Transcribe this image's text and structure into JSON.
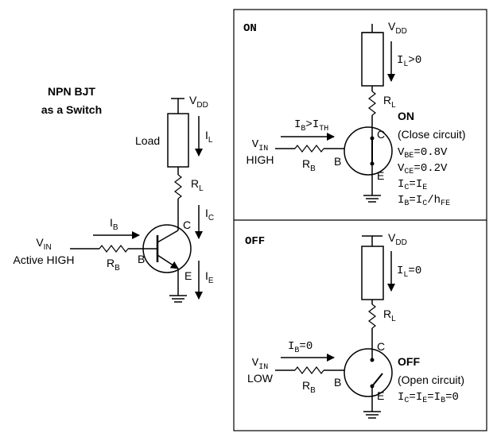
{
  "main_title": {
    "line1": "NPN BJT",
    "line2": "as a Switch"
  },
  "left_circuit": {
    "vdd": {
      "main": "V",
      "sub": "DD"
    },
    "load": "Load",
    "il": {
      "main": "I",
      "sub": "L"
    },
    "rl": {
      "main": "R",
      "sub": "L"
    },
    "ic": {
      "main": "I",
      "sub": "C"
    },
    "ib": {
      "main": "I",
      "sub": "B"
    },
    "vin": {
      "main": "V",
      "sub": "IN"
    },
    "active_high": "Active HIGH",
    "rb": {
      "main": "R",
      "sub": "B"
    },
    "b": "B",
    "c": "C",
    "e": "E",
    "ie": {
      "main": "I",
      "sub": "E"
    }
  },
  "on_panel": {
    "title": "ON",
    "vdd": {
      "main": "V",
      "sub": "DD"
    },
    "il": {
      "main": "I",
      "sub": "L",
      "rest": ">0"
    },
    "rl": {
      "main": "R",
      "sub": "L"
    },
    "ib_cond": {
      "main": "I",
      "sub1": "B",
      "mid": ">I",
      "sub2": "TH"
    },
    "vin": {
      "main": "V",
      "sub": "IN"
    },
    "level": "HIGH",
    "rb": {
      "main": "R",
      "sub": "B"
    },
    "b": "B",
    "c": "C",
    "e": "E",
    "state": "ON",
    "desc": "(Close circuit)",
    "vbe": {
      "main": "V",
      "sub": "BE",
      "rest": "=0.8V"
    },
    "vce": {
      "main": "V",
      "sub": "CE",
      "rest": "=0.2V"
    },
    "ic_eq": {
      "a": "I",
      "sa": "C",
      "b": "=I",
      "sb": "E"
    },
    "ib_eq": {
      "a": "I",
      "sa": "B",
      "b": "=I",
      "sb": "C",
      "c": "/h",
      "sc": "FE"
    }
  },
  "off_panel": {
    "title": "OFF",
    "vdd": {
      "main": "V",
      "sub": "DD"
    },
    "il": {
      "main": "I",
      "sub": "L",
      "rest": "=0"
    },
    "rl": {
      "main": "R",
      "sub": "L"
    },
    "ib_cond": {
      "main": "I",
      "sub": "B",
      "rest": "=0"
    },
    "vin": {
      "main": "V",
      "sub": "IN"
    },
    "level": "LOW",
    "rb": {
      "main": "R",
      "sub": "B"
    },
    "b": "B",
    "c": "C",
    "e": "E",
    "state": "OFF",
    "desc": "(Open circuit)",
    "eq": {
      "a": "I",
      "sa": "C",
      "b": "=I",
      "sb": "E",
      "c": "=I",
      "sc": "B",
      "d": "=0"
    }
  }
}
